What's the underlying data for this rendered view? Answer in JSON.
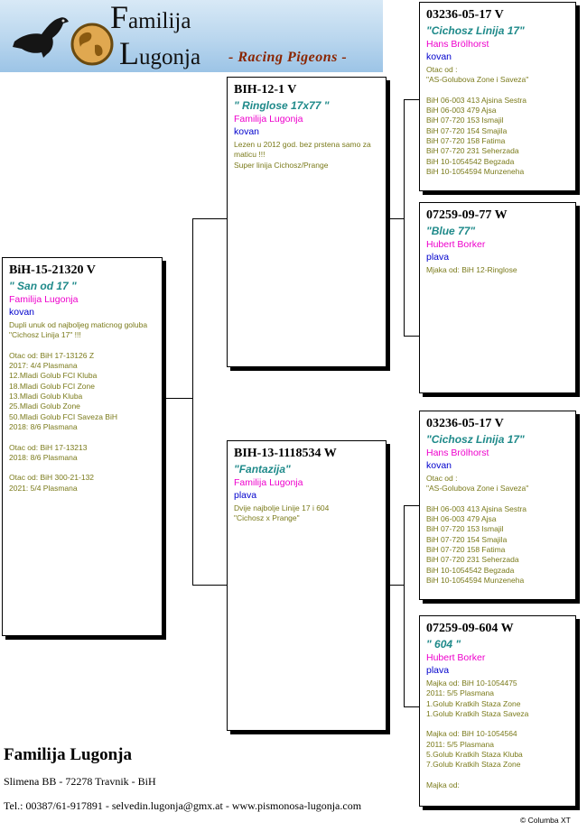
{
  "header": {
    "title_line1": "Familija",
    "title_line2": "Lugonja",
    "tagline": "- Racing Pigeons -"
  },
  "pigeon": {
    "ring": "BiH-15-21320 V",
    "name": "\" San od 17 \"",
    "owner": "Familija Lugonja",
    "color": "kovan",
    "note": "Dupli unuk od najboljeg maticnog goluba \"Cichosz Linija 17\" !!!\n\nOtac od: BiH 17-13126 Z\n2017: 4/4 Plasmana\n12.Mladi Golub FCI Kluba\n18.Mladi Golub FCI Zone\n13.Mladi Golub Kluba\n25.Mladi Golub Zone\n50.Mladi Golub FCI Saveza BiH\n2018: 8/6 Plasmana\n\nOtac od: BiH 17-13213\n2018: 8/6 Plasmana\n\nOtac od: BiH 300-21-132\n2021: 5/4 Plasmana"
  },
  "sire": {
    "ring": "BIH-12-1 V",
    "name": "\" Ringlose 17x77 \"",
    "owner": "Familija Lugonja",
    "color": "kovan",
    "note": "Lezen u 2012 god. bez prstena samo za maticu !!!\nSuper linija Cichosz/Prange"
  },
  "dam": {
    "ring": "BIH-13-1118534 W",
    "name": "\"Fantazija\"",
    "owner": "Familija Lugonja",
    "color": "plava",
    "note": "Dvije najbolje Linije 17 i 604\n\"Cichosz x Prange\""
  },
  "sire_sire": {
    "ring": "03236-05-17 V",
    "name": "\"Cichosz Linija 17\"",
    "owner": "Hans Brölhorst",
    "color": "kovan",
    "note": "Otac od :\n\"AS-Golubova Zone i Saveza\"\n\nBiH 06-003 413 Ajsina Sestra\nBiH 06-003 479 Ajsa\nBiH 07-720 153 Ismajil\nBiH 07-720 154 Smajila\nBiH 07-720 158 Fatima\nBiH 07-720 231 Seherzada\nBiH 10-1054542 Begzada\nBiH 10-1054594 Munzeneha"
  },
  "sire_dam": {
    "ring": "07259-09-77 W",
    "name": "\"Blue 77\"",
    "owner": "Hubert Borker",
    "color": "plava",
    "note": "Mjaka od: BiH 12-Ringlose"
  },
  "dam_sire": {
    "ring": "03236-05-17 V",
    "name": "\"Cichosz Linija 17\"",
    "owner": "Hans Brölhorst",
    "color": "kovan",
    "note": "Otac od :\n\"AS-Golubova Zone i Saveza\"\n\nBiH 06-003 413 Ajsina Sestra\nBiH 06-003 479 Ajsa\nBiH 07-720 153 Ismajil\nBiH 07-720 154 Smajila\nBiH 07-720 158 Fatima\nBiH 07-720 231 Seherzada\nBiH 10-1054542 Begzada\nBiH 10-1054594 Munzeneha"
  },
  "dam_dam": {
    "ring": "07259-09-604 W",
    "name": "\" 604 \"",
    "owner": "Hubert Borker",
    "color": "plava",
    "note": "Majka od:  BiH 10-1054475\n2011: 5/5 Plasmana\n1.Golub Kratkih Staza Zone\n1.Golub Kratkih Staza Saveza\n\nMajka od:  BiH 10-1054564\n2011: 5/5 Plasmana\n5.Golub Kratkih Staza Kluba\n7.Golub Kratkih Staza Zone\n\nMajka od:"
  },
  "footer": {
    "name": "Familija  Lugonja",
    "address": "Slimena BB  -  72278 Travnik  -  BiH",
    "contact": "Tel.: 00387/61-917891  - selvedin.lugonja@gmx.at  -  www.pismonosa-lugonja.com",
    "copyright": "© Columba XT"
  },
  "colors": {
    "ring": "#000000",
    "name": "#1f8a8a",
    "owner": "#ee00cc",
    "color": "#0000cc",
    "note": "#7a7a1a",
    "tagline": "#8b2500"
  }
}
